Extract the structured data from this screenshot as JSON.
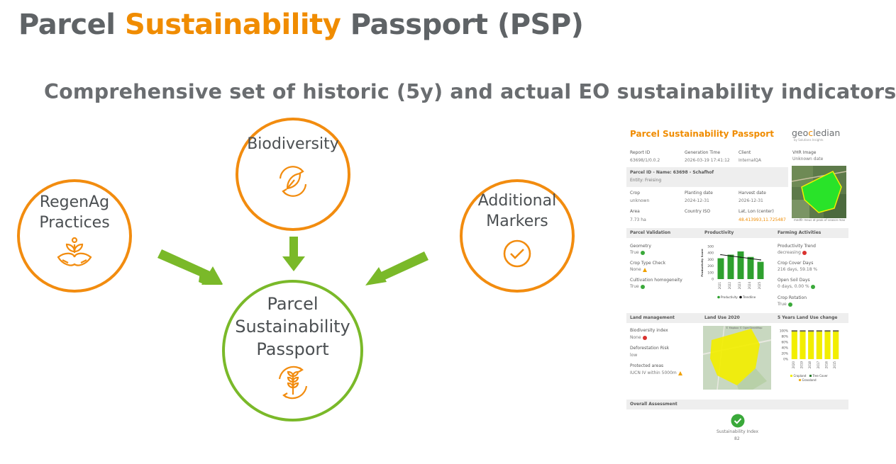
{
  "title": {
    "part1": "Parcel ",
    "accent": "Sustainability",
    "part2": " Passport (PSP)"
  },
  "subtitle": "Comprehensive set of historic (5y) and actual EO sustainability indicators",
  "nodes": {
    "biodiversity": {
      "line1": "Biodiversity"
    },
    "regenag": {
      "line1": "RegenAg",
      "line2": "Practices"
    },
    "additional": {
      "line1": "Additional",
      "line2": "Markers"
    },
    "psp": {
      "line1": "Parcel",
      "line2": "Sustainability",
      "line3": "Passport"
    }
  },
  "colors": {
    "orange": "#f28c0f",
    "green": "#7ab929",
    "text": "#5f6366"
  },
  "report": {
    "title": "Parcel Sustainability Passport",
    "logo": {
      "pre": "geo",
      "acc": "c",
      "post": "ledian",
      "sub": "by Solutions Insights"
    },
    "header": {
      "report_id_label": "Report ID",
      "report_id": "63698/1/0.0.2",
      "gen_time_label": "Generation Time",
      "gen_time": "2026-03-19 17:41:12",
      "client_label": "Client",
      "client": "InternalQA",
      "vhr_label": "VHR Image",
      "vhr": "Unknown date"
    },
    "parcel": {
      "name": "Parcel ID - Name: 63698 - Schafhof",
      "entity": "Entity: Freising"
    },
    "fields": {
      "crop_label": "Crop",
      "crop": "unknown",
      "planting_label": "Planting date",
      "planting": "2024-12-31",
      "harvest_label": "Harvest date",
      "harvest": "2026-12-31",
      "area_label": "Area",
      "area": "7.73 ha",
      "country_label": "Country ISO",
      "country": "",
      "latlon_label": "Lat, Lon (center)",
      "latlon": "48.413993,11.725487"
    },
    "image_caption": "medfir meus at peak of season max",
    "validation": {
      "heading": "Parcel Validation",
      "geometry_label": "Geometry",
      "geometry": "True",
      "croptype_label": "Crop Type Check",
      "croptype": "None",
      "cultivation_label": "Cultivation homogeneity",
      "cultivation": "True"
    },
    "productivity": {
      "heading": "Productivity",
      "ylabel": "Productivity Score",
      "yticks": [
        "500",
        "400",
        "300",
        "200",
        "100",
        "0"
      ],
      "legend1": "Productivity",
      "legend2": "Trendline"
    },
    "farming": {
      "heading": "Farming Activities",
      "trend_label": "Productivity Trend",
      "trend": "decreasing",
      "cover_label": "Crop Cover Days",
      "cover": "216 days, 59.18 %",
      "soil_label": "Open Soil Days",
      "soil": "0 days, 0.00 %",
      "rotation_label": "Crop Rotation",
      "rotation": "True"
    },
    "land": {
      "heading": "Land management",
      "bio_label": "Biodiversity index",
      "bio": "None",
      "defor_label": "Deforestation Risk",
      "defor": "low",
      "prot_label": "Protected areas",
      "prot": "IUCN IV within 5000m"
    },
    "landuse2020": {
      "heading": "Land Use 2020",
      "credit": "© Mapbox © OpenStreetMap"
    },
    "landuse5y": {
      "heading": "5 Years Land Use change",
      "yticks": [
        "100%",
        "80%",
        "60%",
        "40%",
        "20%",
        "0%"
      ],
      "legend1": "Cropland",
      "legend2": "Tree Cover",
      "legend3": "Grassland"
    },
    "overall": {
      "heading": "Overall Assessment",
      "index_label": "Sustainability Index",
      "index": "82"
    }
  },
  "chart_data": [
    {
      "type": "bar",
      "title": "Productivity",
      "ylabel": "Productivity Score",
      "categories": [
        "2021",
        "2022",
        "2023",
        "2024",
        "2025"
      ],
      "ylim": [
        0,
        500
      ],
      "series": [
        {
          "name": "Productivity",
          "values": [
            320,
            375,
            425,
            340,
            265
          ]
        },
        {
          "name": "Trendline",
          "values": [
            375,
            355,
            335,
            315,
            295
          ]
        }
      ],
      "legend": "bottom",
      "colors": {
        "Productivity": "#2ea02e",
        "Trendline": "#111111"
      }
    },
    {
      "type": "bar",
      "title": "5 Years Land Use change",
      "categories": [
        "2020",
        "2019",
        "2018",
        "2017",
        "2016",
        "2015"
      ],
      "ylim": [
        0,
        100
      ],
      "series": [
        {
          "name": "Cropland",
          "values": [
            97,
            97,
            97,
            97,
            97,
            97
          ]
        },
        {
          "name": "Tree Cover",
          "values": [
            1,
            1,
            1,
            1,
            1,
            1
          ]
        },
        {
          "name": "Grassland",
          "values": [
            2,
            2,
            2,
            2,
            2,
            2
          ]
        }
      ],
      "legend": "bottom",
      "colors": {
        "Cropland": "#f2ee00",
        "Tree Cover": "#2e7d32",
        "Grassland": "#f0b020"
      }
    }
  ]
}
